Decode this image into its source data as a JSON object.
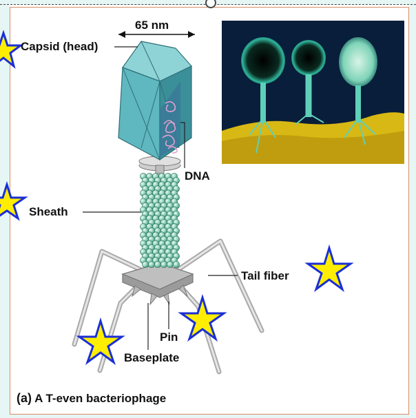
{
  "diagram": {
    "scale_label": "65 nm",
    "capsid_label": "Capsid (head)",
    "dna_label": "DNA",
    "sheath_label": "Sheath",
    "tail_fiber_label": "Tail fiber",
    "pin_label": "Pin",
    "baseplate_label": "Baseplate",
    "caption_prefix": "(a)",
    "caption_text": "A T-even bacteriophage"
  },
  "colors": {
    "capsid": "#5fb7bf",
    "capsid_dark": "#3b8f99",
    "sheath_bead": "#8fd1b8",
    "tail_fiber": "#c8c8c8",
    "star_fill": "#ffee00",
    "star_stroke": "#1a2fd6",
    "frame_border": "#d88b66",
    "micrograph_bg": "#0a1a3a",
    "micrograph_cell": "#d8b814"
  }
}
